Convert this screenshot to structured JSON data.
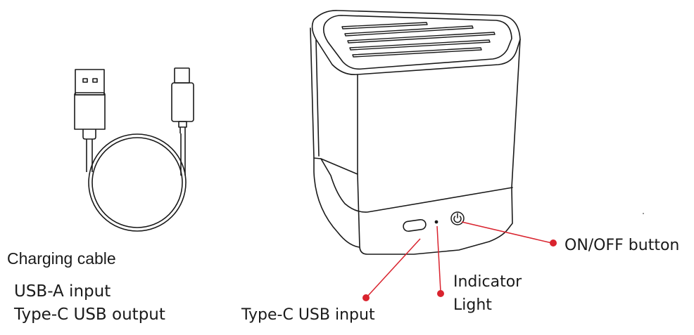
{
  "cable": {
    "title": "Charging cable",
    "line1": "USB-A input",
    "line2": "Type-C USB output"
  },
  "speaker": {
    "callouts": {
      "on_off": "ON/OFF button",
      "indicator_line1": "Indicator",
      "indicator_line2": "Light",
      "type_c_input": "Type-C USB input"
    }
  },
  "colors": {
    "callout": "#d9232e",
    "outline": "#1a1a1a"
  },
  "icons": [
    "power-icon"
  ]
}
